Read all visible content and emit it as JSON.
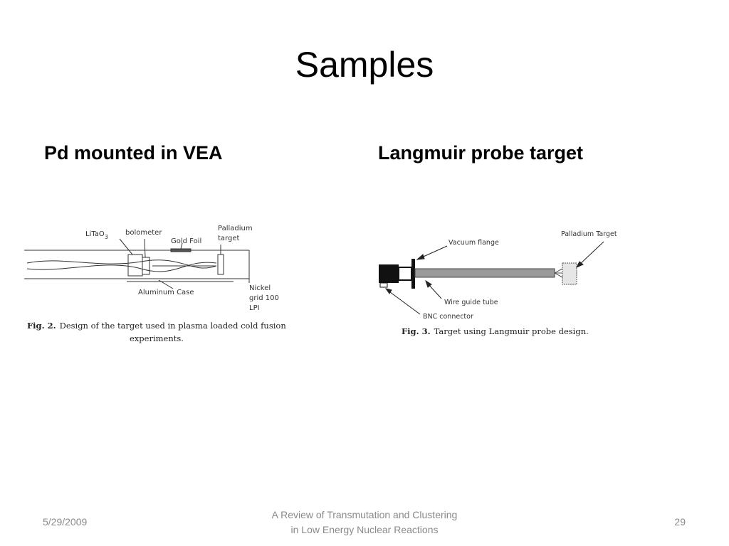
{
  "slide": {
    "title": "Samples",
    "left_heading": "Pd mounted in VEA",
    "right_heading": "Langmuir probe target"
  },
  "figure_left": {
    "labels": {
      "litao": "LiTaO",
      "litao_sub": "3",
      "bolometer": "bolometer",
      "gold_foil": "Gold Foil",
      "palladium": "Palladium",
      "target": "target",
      "aluminum_case": "Aluminum Case",
      "nickel": "Nickel",
      "grid": "grid 100",
      "lpi": "LPI"
    },
    "caption_fig": "Fig. 2.",
    "caption_line1": "Design of the target used in plasma loaded cold fusion",
    "caption_line2": "experiments."
  },
  "figure_right": {
    "labels": {
      "vacuum_flange": "Vacuum flange",
      "palladium_target": "Palladium Target",
      "wire_guide_tube": "Wire guide tube",
      "bnc_connector": "BNC connector"
    },
    "caption_fig": "Fig. 3.",
    "caption_text": "Target using Langmuir probe design."
  },
  "footer": {
    "date": "5/29/2009",
    "center_line1": "A Review of Transmutation and Clustering",
    "center_line2": "in Low Energy Nuclear Reactions",
    "page": "29"
  }
}
